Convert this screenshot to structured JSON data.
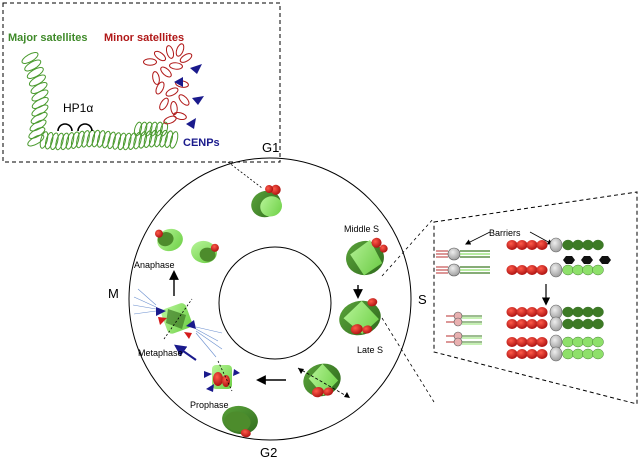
{
  "inset_left": {
    "major_label": "Major satellites",
    "minor_label": "Minor satellites",
    "hp1_label": "HP1α",
    "cenp_label": "CENPs"
  },
  "cycle": {
    "g1": "G1",
    "s": "S",
    "g2": "G2",
    "m": "M",
    "middle_s": "Middle S",
    "late_s": "Late S",
    "prophase": "Prophase",
    "metaphase": "Metaphase",
    "anaphase": "Anaphase"
  },
  "inset_right": {
    "barriers_label": "Barriers"
  },
  "colors": {
    "major_green": "#3f8a2a",
    "minor_red": "#b01818",
    "cenp_blue": "#1a1a8c",
    "light_green": "#8ee06a",
    "dark_green": "#3d7a25",
    "chromatin_red": "#d41b1b",
    "barrier_gray": "#c8c8c8"
  }
}
